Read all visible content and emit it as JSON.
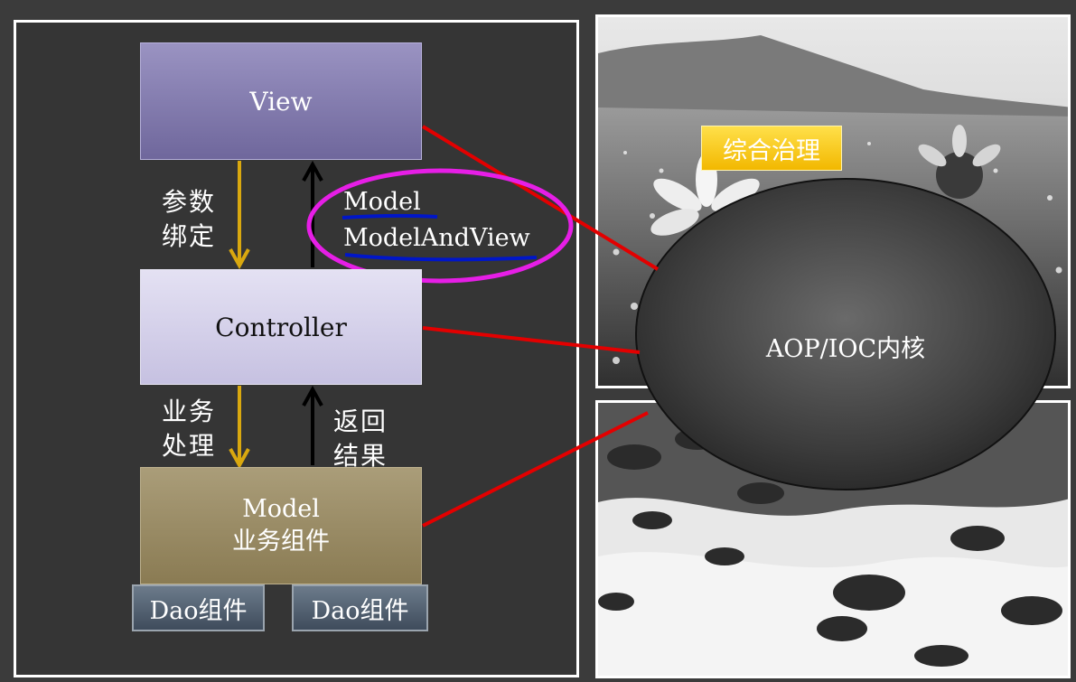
{
  "diagram": {
    "view_label": "View",
    "controller_label": "Controller",
    "model_title": "Model",
    "model_subtitle": "业务组件",
    "dao_1_label": "Dao组件",
    "dao_2_label": "Dao组件",
    "param_binding_label": "参数\n绑定",
    "business_label": "业务\n处理",
    "return_label": "返回\n结果",
    "model_return_label": "Model",
    "modelandview_label": "ModelAndView"
  },
  "right_panel": {
    "governance_label": "综合治理",
    "kernel_label": "AOP/IOC内核"
  },
  "colors": {
    "down_arrow": "#d9a80f",
    "up_arrow": "#000000",
    "connector": "#e30000",
    "highlight_ellipse": "#e61ee6",
    "underline": "#0016c8"
  }
}
